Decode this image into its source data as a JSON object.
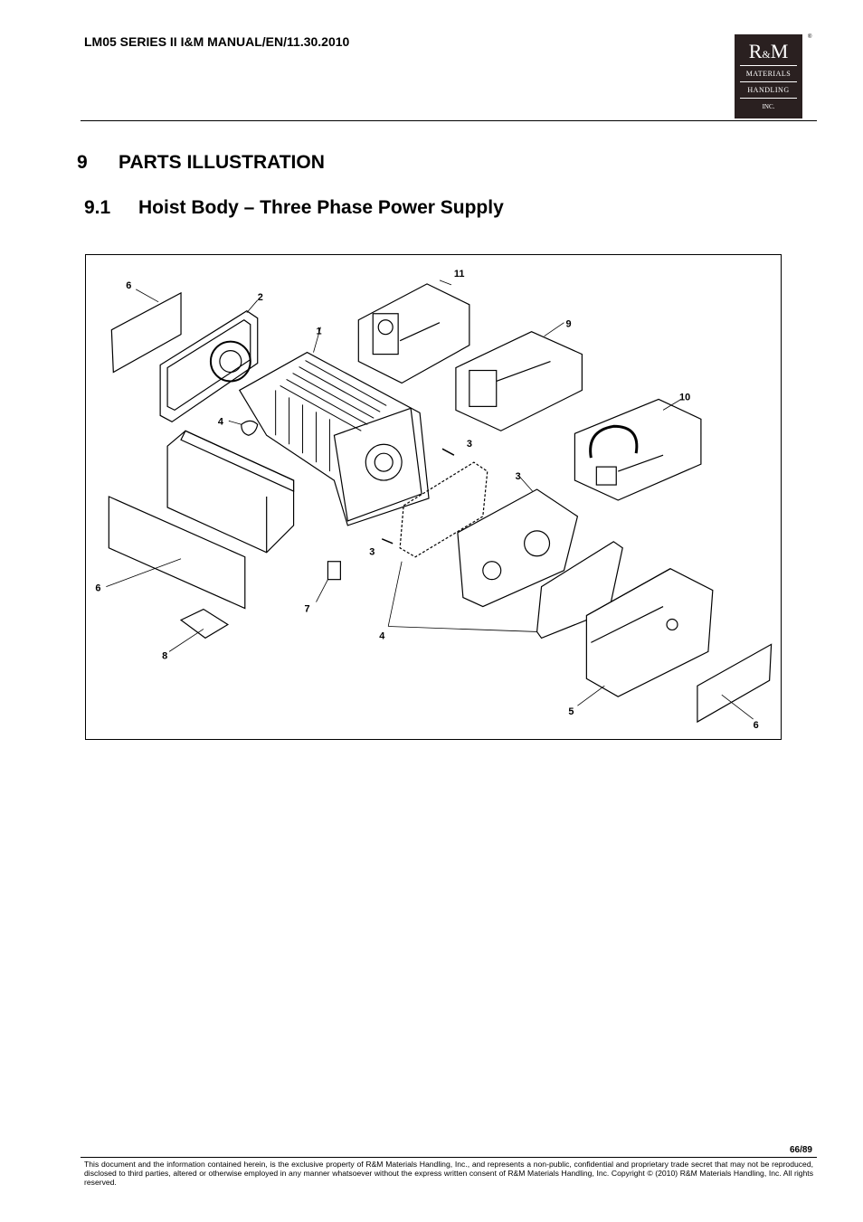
{
  "header": {
    "title": "LM05 SERIES II I&M MANUAL/EN/11.30.2010",
    "logo": {
      "mark_r": "R",
      "mark_amp": "&",
      "mark_m": "M",
      "line1": "MATERIALS",
      "line2": "HANDLING",
      "line3": "INC.",
      "registered": "®"
    }
  },
  "section": {
    "number": "9",
    "title": "PARTS ILLUSTRATION"
  },
  "subsection": {
    "number": "9.1",
    "title": "Hoist Body – Three Phase Power Supply"
  },
  "figure": {
    "callouts": {
      "c6a": "6",
      "c2": "2",
      "c11": "11",
      "c1": "1",
      "c9": "9",
      "c10": "10",
      "c4a": "4",
      "c3a": "3",
      "c3b": "3",
      "c3c": "3",
      "c6b": "6",
      "c7": "7",
      "c4b": "4",
      "c8": "8",
      "c5": "5",
      "c6c": "6"
    }
  },
  "footer": {
    "page": "66/89",
    "legal": "This document and the information contained herein, is the exclusive property of R&M Materials Handling, Inc., and represents a non-public, confidential and proprietary trade secret that may not be reproduced, disclosed to third parties, altered or otherwise employed in any manner whatsoever without the express written consent of R&M Materials Handling, Inc. Copyright © (2010) R&M Materials Handling, Inc.  All rights reserved."
  }
}
